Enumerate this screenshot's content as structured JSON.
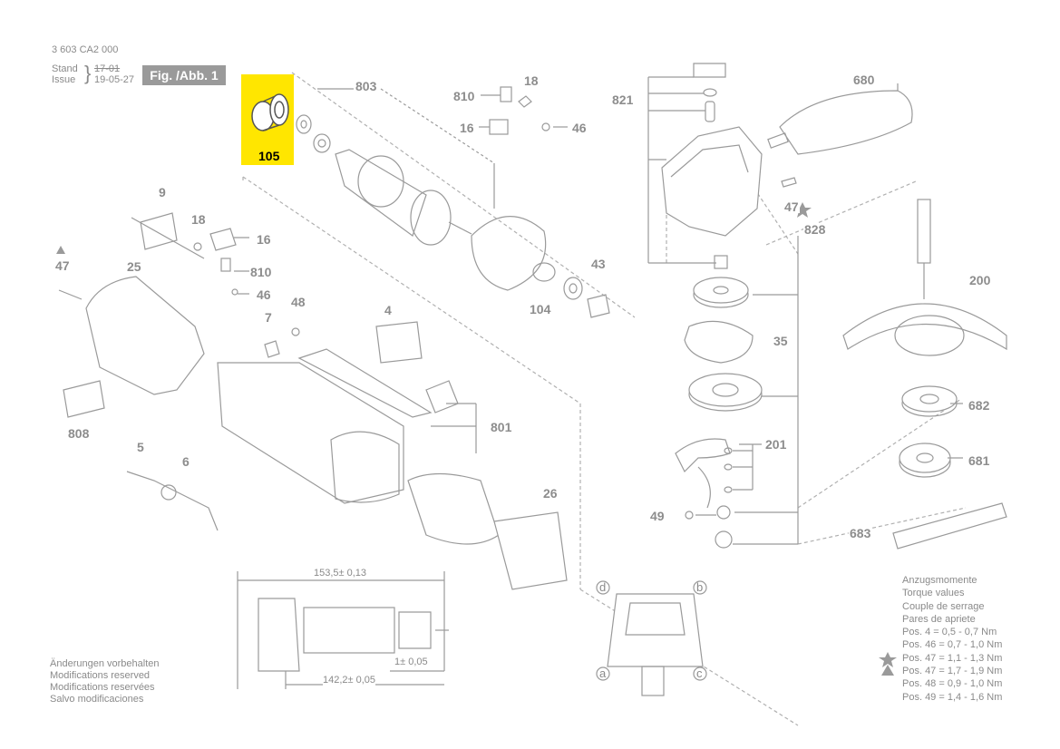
{
  "header": {
    "doc_number": "3 603 CA2 000",
    "stand_label": "Stand",
    "issue_label": "Issue",
    "stand_date": "17-01",
    "issue_date": "19-05-27",
    "fig_label": "Fig. /Abb. 1"
  },
  "parts": {
    "p105": "105",
    "p803": "803",
    "p810a": "810",
    "p18a": "18",
    "p16a": "16",
    "p46a": "46",
    "p821": "821",
    "p680": "680",
    "p47s": "47",
    "p9": "9",
    "p18b": "18",
    "p16b": "16",
    "p47t": "47",
    "p25": "25",
    "p810b": "810",
    "p46b": "46",
    "p43": "43",
    "p104": "104",
    "p828": "828",
    "p48": "48",
    "p7": "7",
    "p4": "4",
    "p200": "200",
    "p35": "35",
    "p682": "682",
    "p801": "801",
    "p808": "808",
    "p201": "201",
    "p681": "681",
    "p5": "5",
    "p6": "6",
    "p26": "26",
    "p49": "49",
    "p683": "683"
  },
  "dimensions": {
    "length_total": "153,5± 0,13",
    "length_inner": "142,2± 0,05",
    "runout": "1± 0,05"
  },
  "view_markers": {
    "a": "a",
    "b": "b",
    "c": "c",
    "d": "d"
  },
  "torque": {
    "title_de": "Anzugsmomente",
    "title_en": "Torque values",
    "title_fr": "Couple de serrage",
    "title_es": "Pares de apriete",
    "rows": [
      "Pos.   4 = 0,5 - 0,7 Nm",
      "Pos. 46 = 0,7 - 1,0 Nm",
      "Pos. 47 = 1,1 - 1,3 Nm",
      "Pos. 47 = 1,7 - 1,9 Nm",
      "Pos. 48 = 0,9 - 1,0 Nm",
      "Pos. 49 = 1,4 - 1,6 Nm"
    ]
  },
  "notes": [
    "Änderungen vorbehalten",
    "Modifications reserved",
    "Modifications reservées",
    "Salvo modificaciones"
  ],
  "colors": {
    "line": "#9a9a9a",
    "highlight": "#ffe600",
    "fig_tag_bg": "#9a9a9a"
  }
}
